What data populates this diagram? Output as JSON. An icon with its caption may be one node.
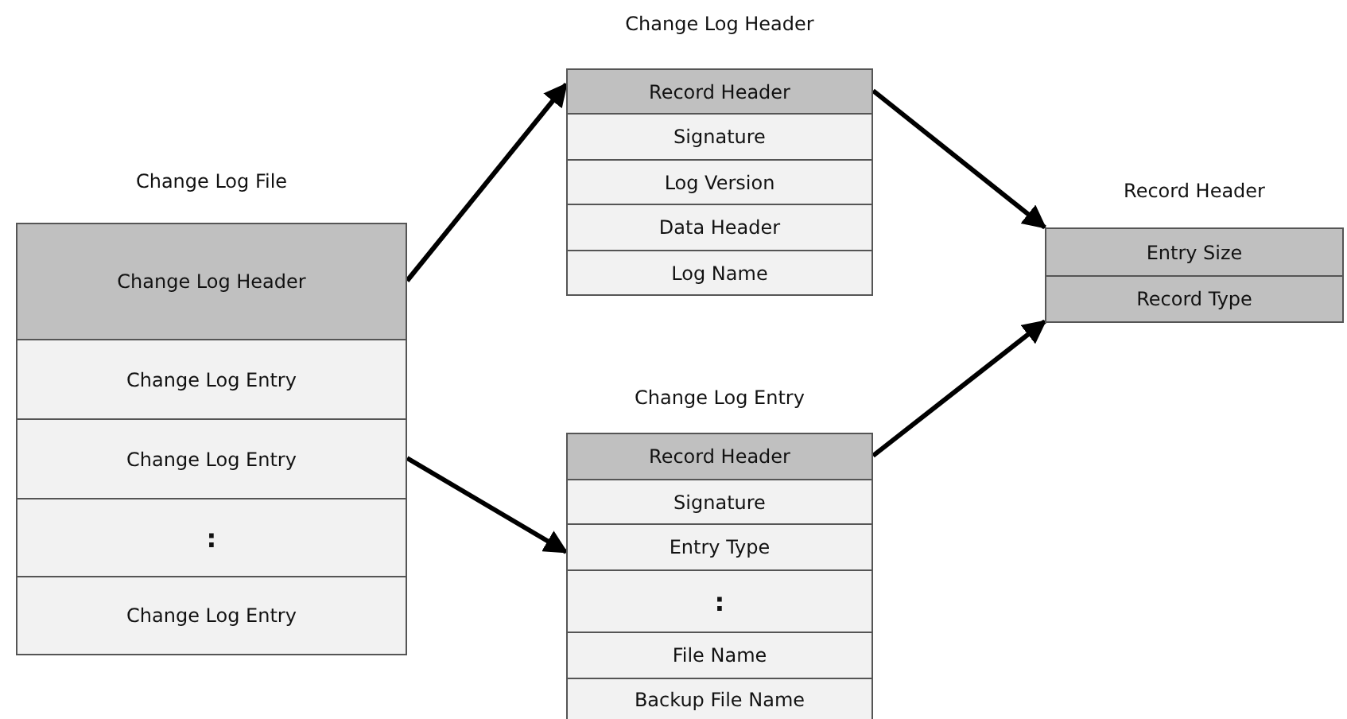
{
  "diagram": {
    "nodes": [
      {
        "text": [
          "Change Log File"
        ]
      },
      {
        "text": [
          "Change Log Header"
        ],
        "in": 0
      },
      {
        "text": [
          "Change Log Entry"
        ],
        "in": 0
      },
      {
        "text": [
          "Change Log Entry"
        ],
        "in": 0
      },
      {
        "text": [
          ":"
        ],
        "in": 0
      },
      {
        "text": [
          "Change Log Entry"
        ],
        "in": 0
      },
      {
        "text": [
          "Change Log Header"
        ]
      },
      {
        "text": [
          "Record Header"
        ],
        "in": 6
      },
      {
        "text": [
          "Signature"
        ],
        "in": 6
      },
      {
        "text": [
          "Log Version"
        ],
        "in": 6
      },
      {
        "text": [
          "Data Header"
        ],
        "in": 6
      },
      {
        "text": [
          "Log Name"
        ],
        "in": 6
      },
      {
        "text": [
          "Change Log Entry"
        ]
      },
      {
        "text": [
          "Record Header"
        ],
        "in": 12
      },
      {
        "text": [
          "Signature"
        ],
        "in": 12
      },
      {
        "text": [
          "Entry Type"
        ],
        "in": 12
      },
      {
        "text": [
          ":"
        ],
        "in": 12
      },
      {
        "text": [
          "File Name"
        ],
        "in": 12
      },
      {
        "text": [
          "Backup File Name"
        ],
        "in": 12
      },
      {
        "text": [
          "Record Header"
        ]
      },
      {
        "text": [
          "Entry Size"
        ],
        "in": 19
      },
      {
        "text": [
          "Record Type"
        ],
        "in": 19
      }
    ],
    "edges": [
      {
        "from": 1,
        "to": 6,
        "arrow": "to"
      },
      {
        "from": 3,
        "to": 12,
        "arrow": "to"
      },
      {
        "from": 7,
        "to": 19,
        "arrow": "to"
      },
      {
        "from": 13,
        "to": 19,
        "arrow": "to"
      }
    ]
  }
}
